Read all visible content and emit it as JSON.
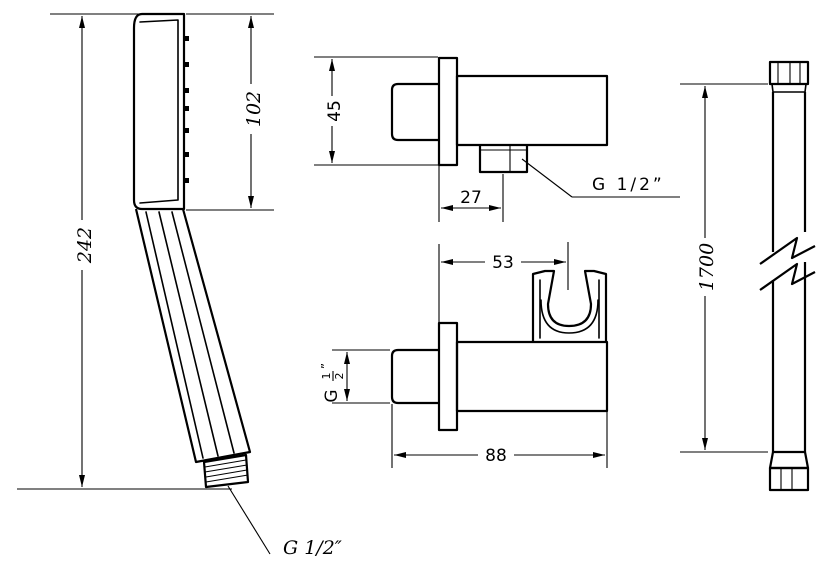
{
  "dimensions": {
    "handshower_length": "242",
    "handshower_head": "102",
    "elbow_height": "45",
    "elbow_outlet_offset": "27",
    "holder_offset": "53",
    "holder_depth": "88",
    "hose_length": "1700"
  },
  "threads": {
    "handshower_thread": "G 1/2″",
    "elbow_thread": "G  1/2”",
    "holder_thread_prefix": "G",
    "holder_thread_num": "1",
    "holder_thread_den": "2",
    "holder_thread_mark": "”"
  }
}
